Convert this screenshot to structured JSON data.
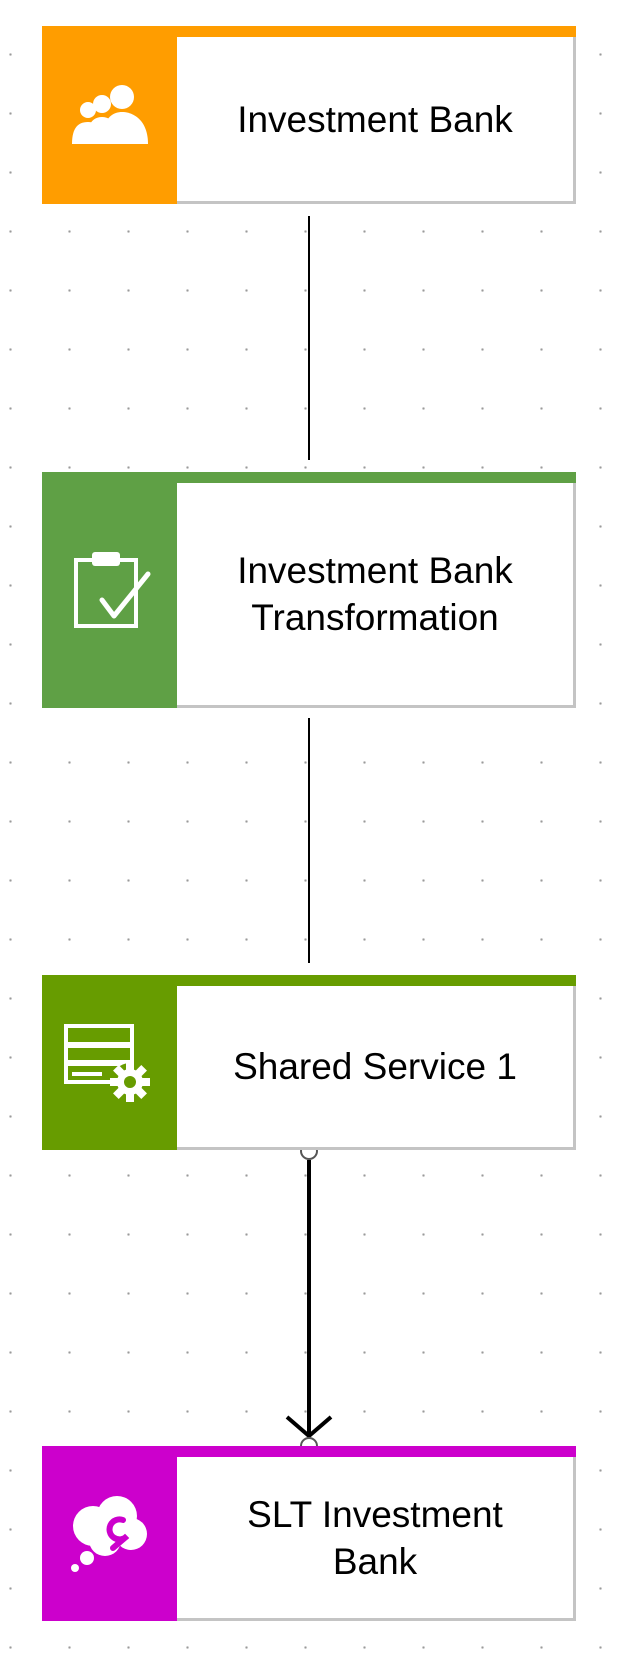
{
  "nodes": [
    {
      "label": "Investment Bank",
      "icon": "people-group-icon",
      "color": "#FF9D00"
    },
    {
      "label": "Investment Bank\nTransformation",
      "icon": "clipboard-check-icon",
      "color": "#5FA045"
    },
    {
      "label": "Shared Service 1",
      "icon": "server-gear-icon",
      "color": "#679C00"
    },
    {
      "label": "SLT Investment\nBank",
      "icon": "cloud-wrench-icon",
      "color": "#CC00CC"
    }
  ],
  "connections": [
    {
      "from": "Investment Bank",
      "to": "Investment Bank Transformation",
      "style": "plain-line"
    },
    {
      "from": "Investment Bank Transformation",
      "to": "Shared Service 1",
      "style": "plain-line"
    },
    {
      "from": "Shared Service 1",
      "to": "SLT Investment Bank",
      "style": "arrow"
    }
  ]
}
